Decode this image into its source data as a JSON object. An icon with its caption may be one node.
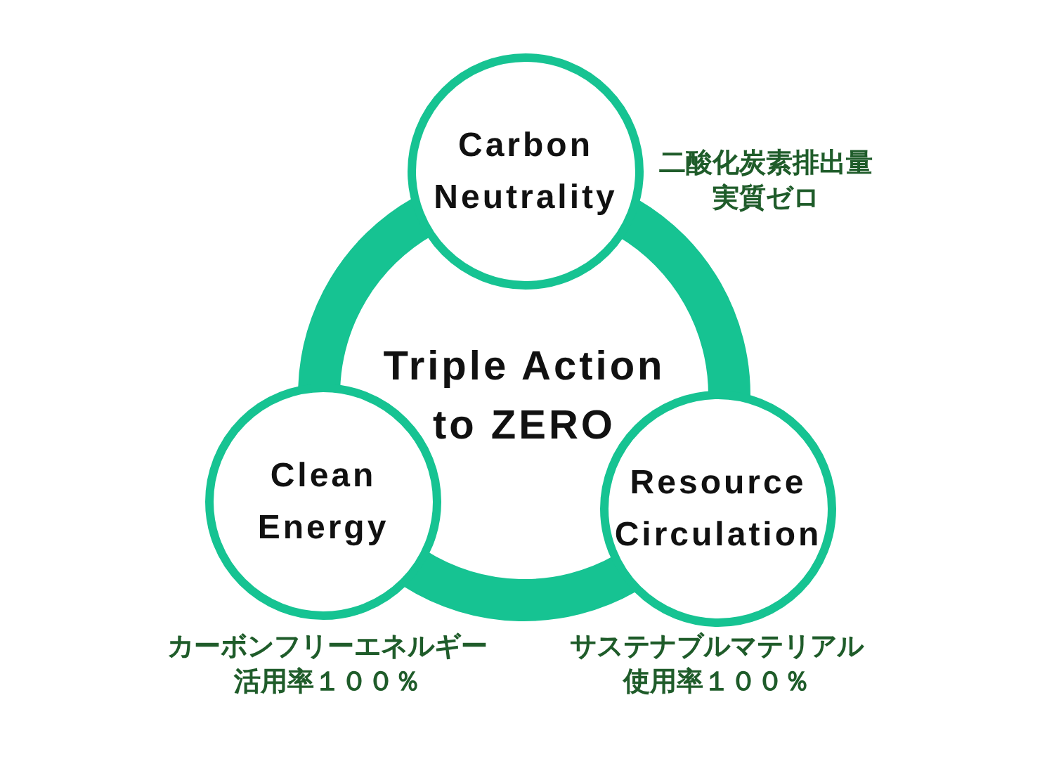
{
  "diagram": {
    "title": "Triple Action to ZERO",
    "nodes": [
      {
        "text": [
          "Carbon Neutrality"
        ],
        "beside": [
          "二酸化炭素排出量実質ゼロ"
        ]
      },
      {
        "text": [
          "Clean Energy"
        ],
        "beside": [
          "カーボンフリーエネルギー活用率１００％"
        ]
      },
      {
        "text": [
          "Resource Circulation"
        ],
        "beside": [
          "サステナブルマテリアル使用率１００％"
        ]
      }
    ],
    "edges": [
      {
        "from": 0,
        "to": 1,
        "arrow": "none",
        "style": "thick"
      },
      {
        "from": 1,
        "to": 2,
        "arrow": "none",
        "style": "thick"
      },
      {
        "from": 2,
        "to": 0,
        "arrow": "none",
        "style": "thick"
      }
    ]
  }
}
